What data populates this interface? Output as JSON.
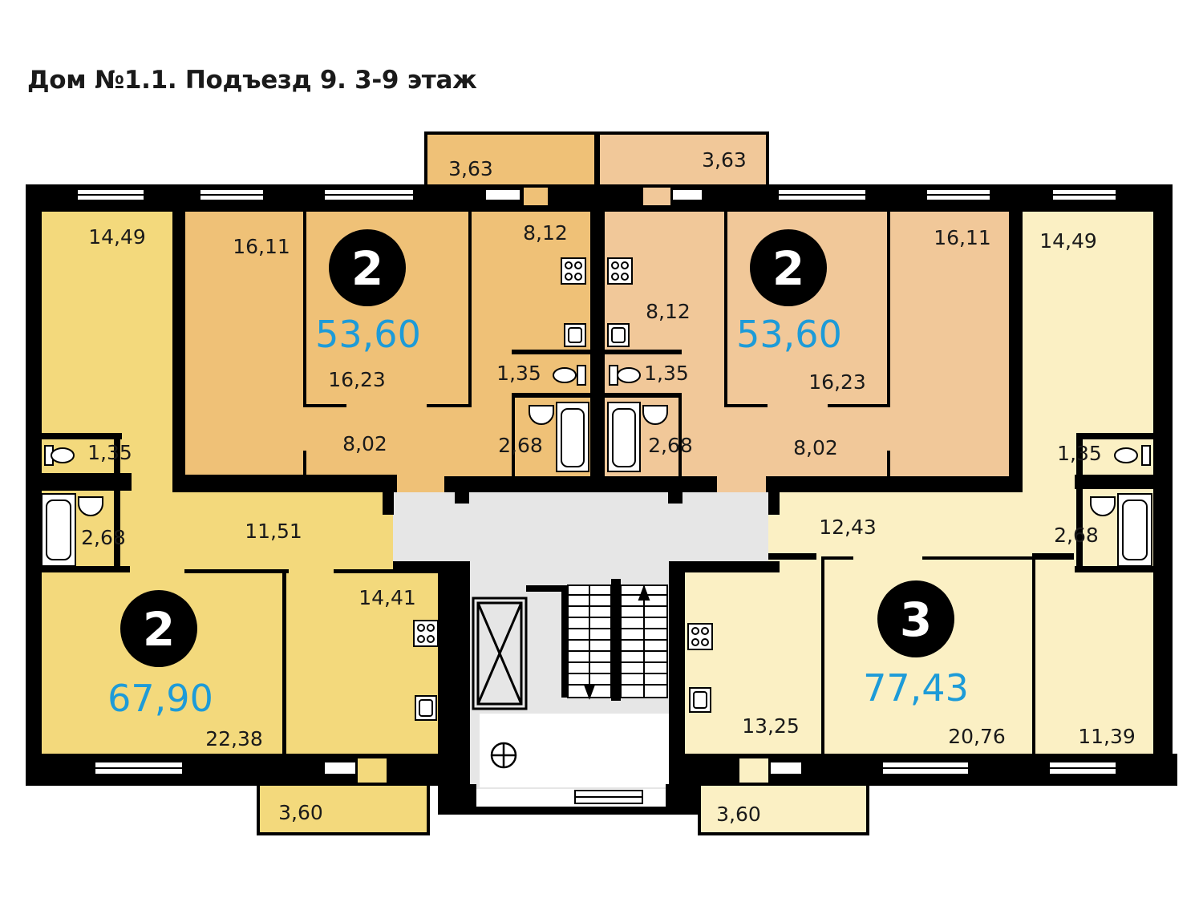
{
  "title": "Дом №1.1. Подъезд 9. 3-9 этаж",
  "colors": {
    "apt_left": "#f3d97c",
    "apt_orange": "#efc177",
    "apt_peach": "#f1c899",
    "apt_right": "#fbf0c4",
    "common": "#e6e6e6",
    "wall": "#000000",
    "area_text": "#1d9bd8"
  },
  "apartments": [
    {
      "id": "top-left",
      "rooms": "2",
      "area": "53,60"
    },
    {
      "id": "top-right",
      "rooms": "2",
      "area": "53,60"
    },
    {
      "id": "bottom-left",
      "rooms": "2",
      "area": "67,90"
    },
    {
      "id": "bottom-right",
      "rooms": "3",
      "area": "77,43"
    }
  ],
  "room_areas": {
    "tl_balcony": "3,63",
    "tl_room": "16,11",
    "tl_room2": "16,23",
    "tl_kitchen": "8,12",
    "tl_wc": "1,35",
    "tl_bath": "2,68",
    "tl_hall": "8,02",
    "tr_balcony": "3,63",
    "tr_kitchen": "8,12",
    "tr_wc": "1,35",
    "tr_bath": "2,68",
    "tr_hall": "8,02",
    "tr_room2": "16,23",
    "tr_room": "16,11",
    "bl_room_top": "14,49",
    "bl_wc": "1,35",
    "bl_bath": "2,68",
    "bl_hall": "11,51",
    "bl_kitchen": "14,41",
    "bl_room": "22,38",
    "bl_balcony": "3,60",
    "br_room_top": "14,49",
    "br_wc": "1,35",
    "br_bath": "2,68",
    "br_hall": "12,43",
    "br_kitchen": "13,25",
    "br_room": "20,76",
    "br_room_right": "11,39",
    "br_balcony": "3,60"
  }
}
